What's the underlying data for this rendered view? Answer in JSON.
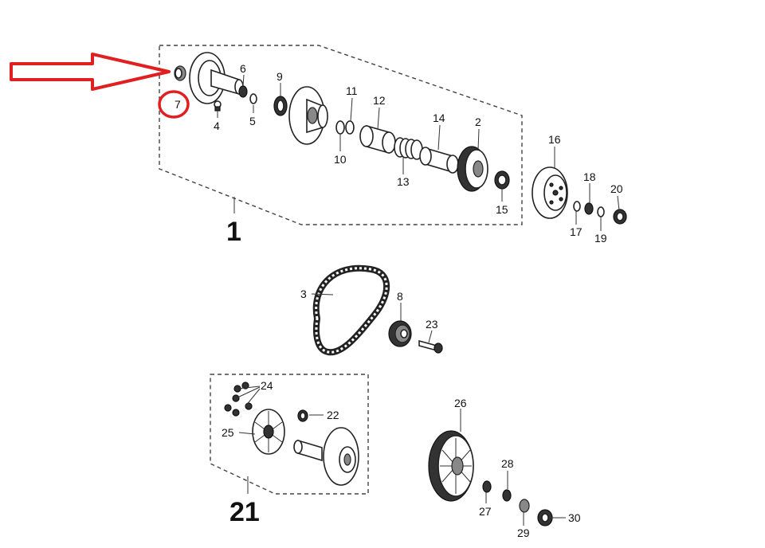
{
  "accent_color": "#e02020",
  "assembly_labels": {
    "main": "1",
    "lower": "21"
  },
  "parts": {
    "p2": "2",
    "p3": "3",
    "p4": "4",
    "p5": "5",
    "p6": "6",
    "p7": "7",
    "p8": "8",
    "p9": "9",
    "p10": "10",
    "p11": "11",
    "p12": "12",
    "p13": "13",
    "p14": "14",
    "p15": "15",
    "p16": "16",
    "p17": "17",
    "p18": "18",
    "p19": "19",
    "p20": "20",
    "p22": "22",
    "p23": "23",
    "p24": "24",
    "p25": "25",
    "p26": "26",
    "p27": "27",
    "p28": "28",
    "p29": "29",
    "p30": "30"
  },
  "highlight": {
    "target_part": "7",
    "arrow_icon": "arrow-right-outline-icon",
    "circle_icon": "circle-outline-icon"
  }
}
